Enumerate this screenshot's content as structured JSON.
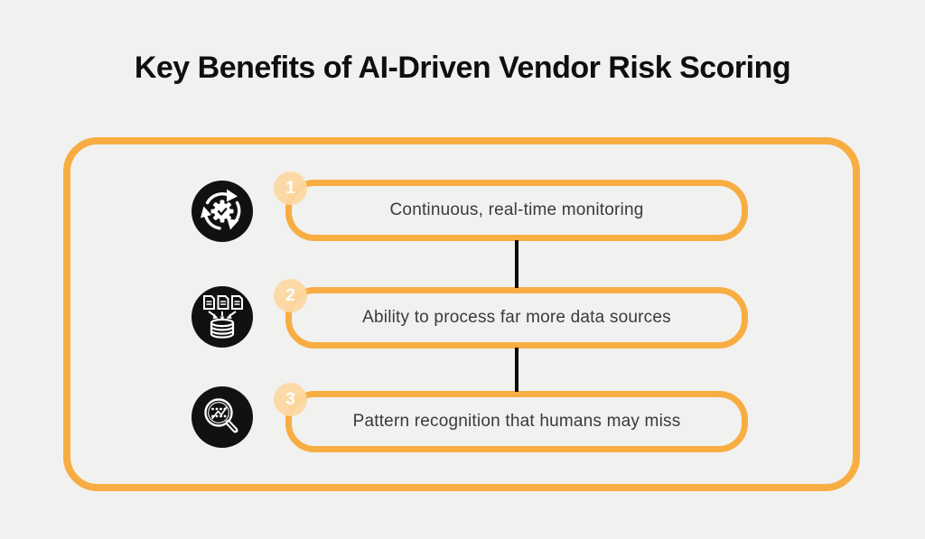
{
  "title": "Key Benefits of AI-Driven Vendor Risk Scoring",
  "colors": {
    "background": "#F1F1EF",
    "accent": "#F8AD43",
    "badge": "#FCD9A2",
    "icon_bg": "#111111",
    "title_text": "#0F0F0F",
    "body_text": "#3A3A3A",
    "connector": "#0B0B0B"
  },
  "items": [
    {
      "number": "1",
      "label": "Continuous, real-time monitoring",
      "icon": "sync-gear-icon"
    },
    {
      "number": "2",
      "label": "Ability to process far more data sources",
      "icon": "documents-database-icon"
    },
    {
      "number": "3",
      "label": "Pattern recognition that humans may miss",
      "icon": "pattern-magnifier-icon"
    }
  ]
}
